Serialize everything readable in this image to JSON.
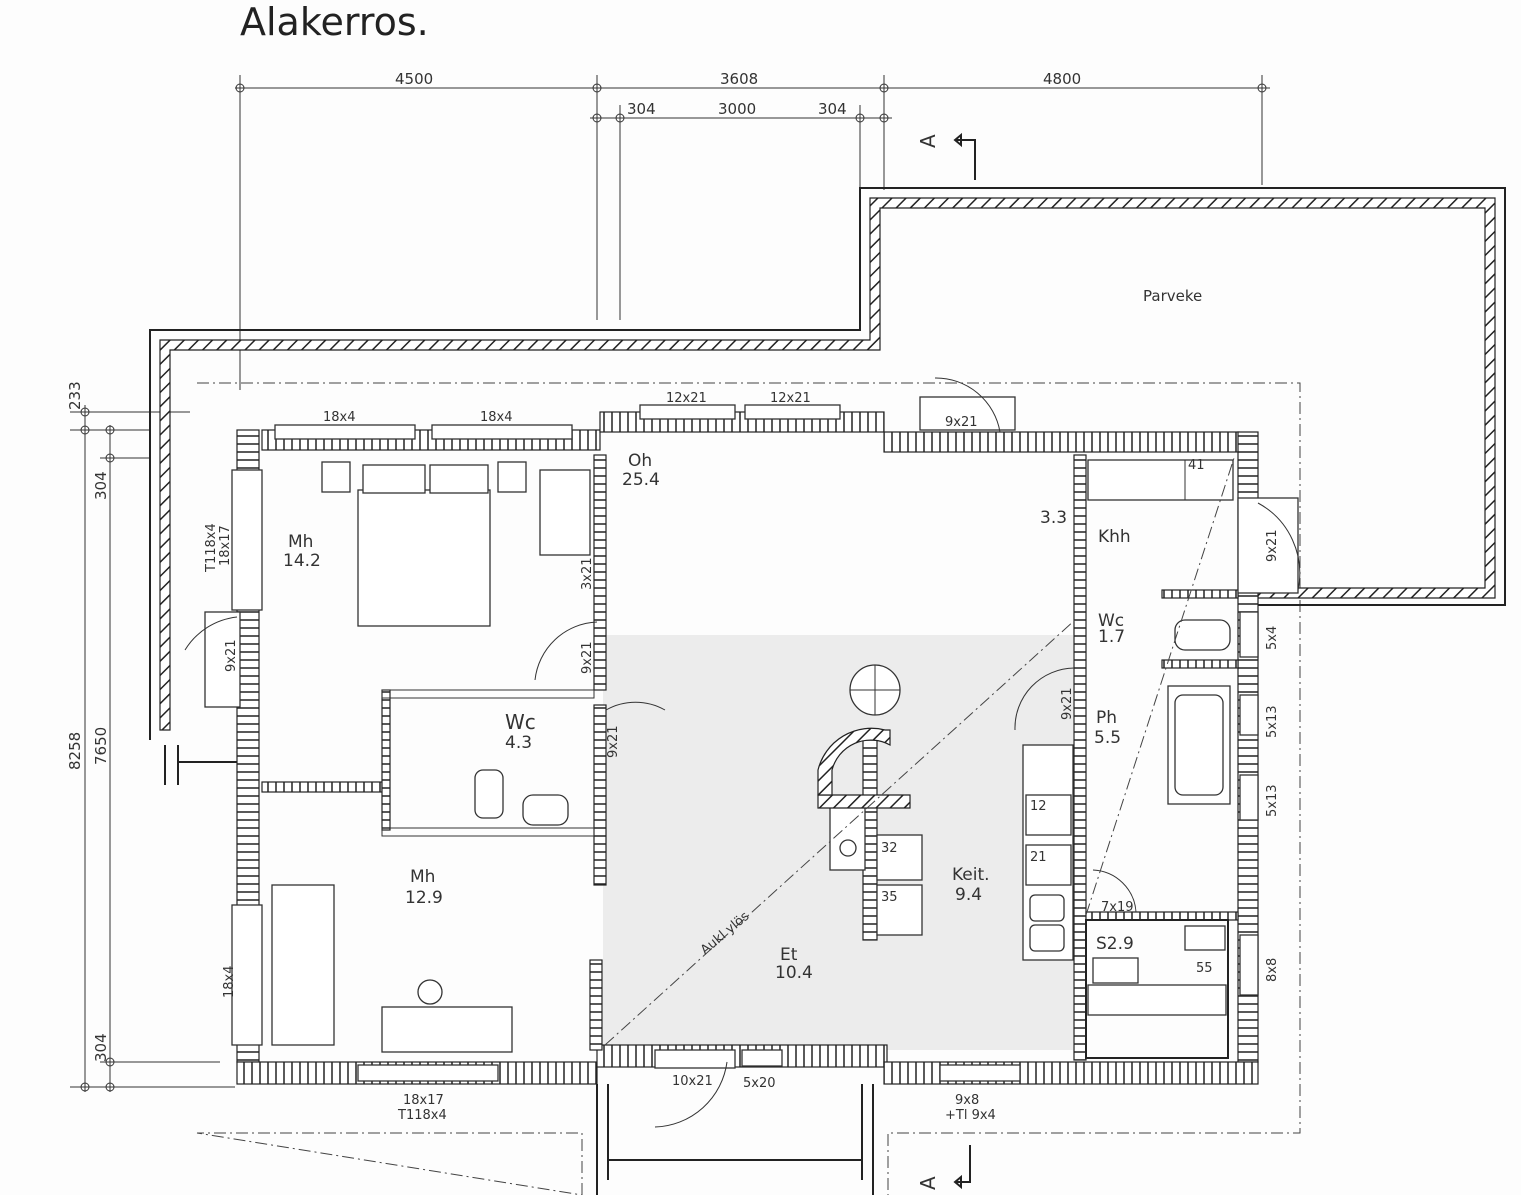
{
  "title": "Alakerros.",
  "dimensions": {
    "top": [
      "4500",
      "3608",
      "4800"
    ],
    "top_sub": [
      "304",
      "3000",
      "304"
    ],
    "left": [
      "233",
      "304",
      "8258",
      "7650",
      "304"
    ]
  },
  "section_marker": "A",
  "rooms": {
    "parveke": {
      "name": "Parveke"
    },
    "mh1": {
      "name": "Mh",
      "area": "14.2"
    },
    "oh": {
      "name": "Oh",
      "area": "25.4"
    },
    "wc1": {
      "name": "Wc",
      "area": "4.3"
    },
    "mh2": {
      "name": "Mh",
      "area": "12.9"
    },
    "et": {
      "name": "Et",
      "area": "10.4"
    },
    "keit": {
      "name": "Keit.",
      "area": "9.4"
    },
    "storage": {
      "area": "3.3"
    },
    "khh": {
      "name": "Khh"
    },
    "wc2": {
      "name": "Wc",
      "area": "1.7"
    },
    "ph": {
      "name": "Ph",
      "area": "5.5"
    },
    "s": {
      "name": "S2.9"
    }
  },
  "openings": {
    "w_top1": "18x4",
    "w_top2": "18x4",
    "w_top3": "12x21",
    "w_top4": "12x21",
    "d_top": "9x21",
    "d_right": "9x21",
    "w_r1": "5x4",
    "w_r2": "5x13",
    "w_r3": "5x13",
    "w_r4": "8x8",
    "d_mh1": "3x21",
    "d_mh1b": "9x21",
    "d_wc": "9x21",
    "d_ph": "9x21",
    "d_left": "9x21",
    "w_left1a": "T118x4",
    "w_left1b": "18x17",
    "w_left2": "18x4",
    "w_bot1a": "18x17",
    "w_bot1b": "T118x4",
    "d_main": "10x21",
    "w_main": "5x20",
    "w_bot2a": "9x8",
    "w_bot2b": "+Tl 9x4",
    "d_sauna": "7x19"
  },
  "fixtures": {
    "f41": "41",
    "f55": "55",
    "f12": "12",
    "f21": "21",
    "f32": "32",
    "f35": "35"
  },
  "annotation": "Aukl ylös"
}
